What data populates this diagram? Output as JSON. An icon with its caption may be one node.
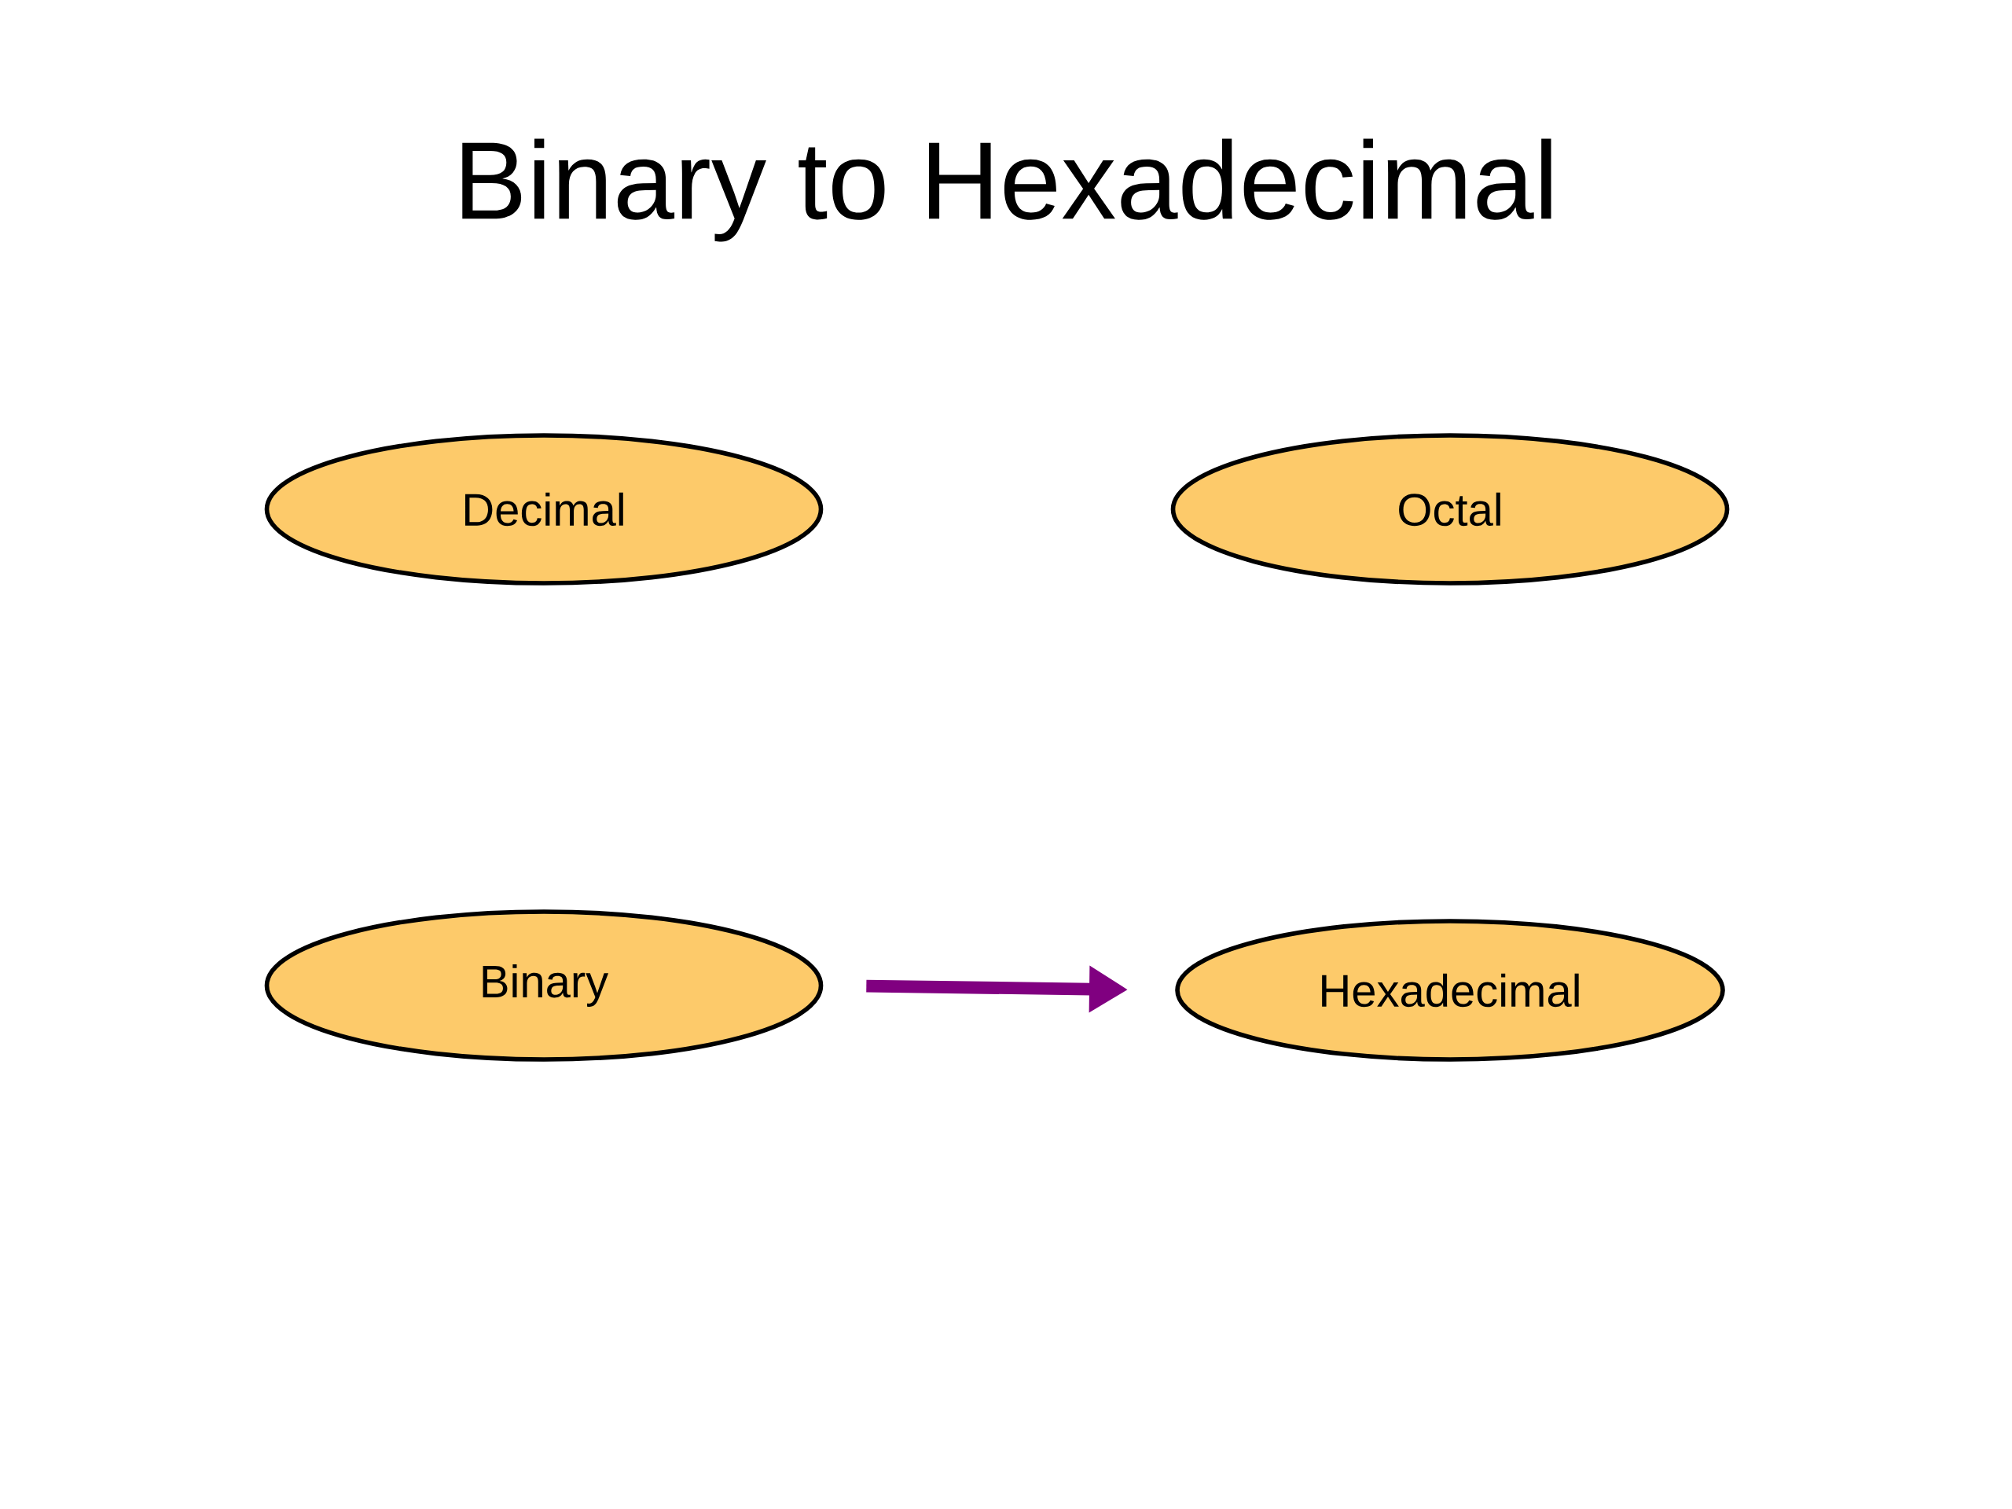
{
  "diagram": {
    "title": "Binary to Hexadecimal",
    "nodes": [
      {
        "text": [
          "Decimal"
        ]
      },
      {
        "text": [
          "Octal"
        ]
      },
      {
        "text": [
          "Binary"
        ]
      },
      {
        "text": [
          "Hexadecimal"
        ]
      }
    ],
    "edges": [
      {
        "from": 2,
        "to": 3,
        "arrow": "to",
        "color": "#800080"
      }
    ]
  }
}
